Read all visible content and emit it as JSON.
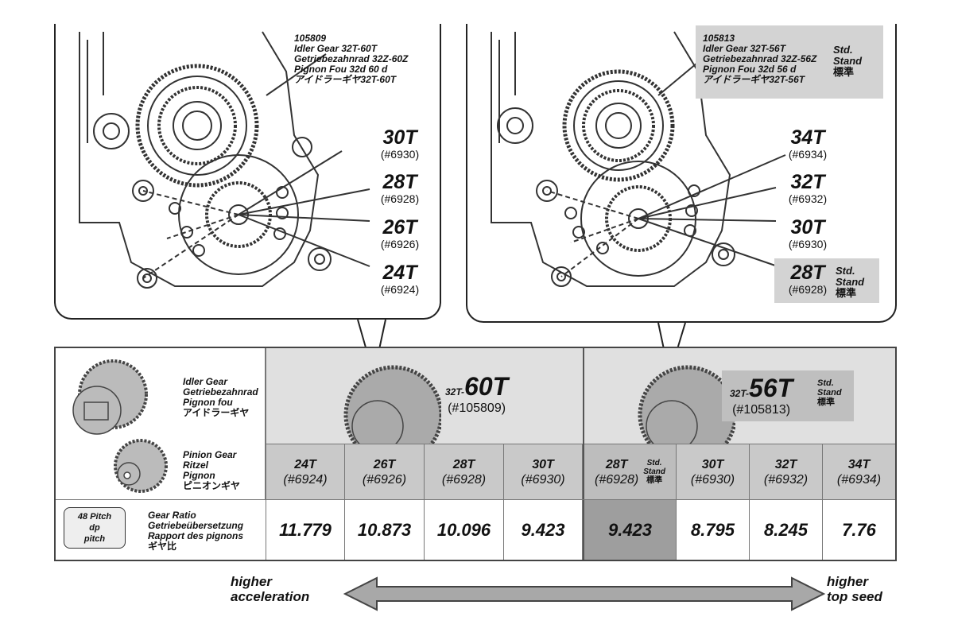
{
  "left_panel": {
    "part_number": "105809",
    "idler_lines": [
      "Idler Gear 32T-60T",
      "Getriebezahnrad 32Z-60Z",
      "Pignon Fou 32d 60 d",
      "アイドラーギヤ32T-60T"
    ],
    "pinions": [
      {
        "teeth": "30T",
        "code": "(#6930)"
      },
      {
        "teeth": "28T",
        "code": "(#6928)"
      },
      {
        "teeth": "26T",
        "code": "(#6926)"
      },
      {
        "teeth": "24T",
        "code": "(#6924)"
      }
    ]
  },
  "right_panel": {
    "part_number": "105813",
    "idler_lines": [
      "Idler Gear 32T-56T",
      "Getriebezahnrad 32Z-56Z",
      "Pignon Fou 32d 56 d",
      "アイドラーギヤ32T-56T"
    ],
    "std_lines": [
      "Std.",
      "Stand",
      "標準"
    ],
    "pinions": [
      {
        "teeth": "34T",
        "code": "(#6934)"
      },
      {
        "teeth": "32T",
        "code": "(#6932)"
      },
      {
        "teeth": "30T",
        "code": "(#6930)"
      },
      {
        "teeth": "28T",
        "code": "(#6928)"
      }
    ],
    "pinion_std_lines": [
      "Std.",
      "Stand",
      "標準"
    ]
  },
  "table": {
    "idler_label_lines": [
      "Idler Gear",
      "Getriebezahnrad",
      "Pignon fou",
      "アイドラーギヤ"
    ],
    "pinion_label_lines": [
      "Pinion Gear",
      "Ritzel",
      "Pignon",
      "ピニオンギヤ"
    ],
    "pitch_lines": [
      "48 Pitch",
      "dp",
      "pitch"
    ],
    "ratio_label_lines": [
      "Gear Ratio",
      "Getriebeübersetzung",
      "Rapport des pignons",
      "ギヤ比"
    ],
    "group60": {
      "prefix": "32T-",
      "main": "60T",
      "code": "(#105809)"
    },
    "group56": {
      "prefix": "32T-",
      "main": "56T",
      "code": "(#105813)",
      "std_lines": [
        "Std.",
        "Stand",
        "標準"
      ]
    },
    "columns": [
      {
        "teeth": "24T",
        "code": "(#6924)",
        "ratio": "11.779"
      },
      {
        "teeth": "26T",
        "code": "(#6926)",
        "ratio": "10.873"
      },
      {
        "teeth": "28T",
        "code": "(#6928)",
        "ratio": "10.096"
      },
      {
        "teeth": "30T",
        "code": "(#6930)",
        "ratio": "9.423"
      },
      {
        "teeth": "28T",
        "code": "(#6928)",
        "ratio": "9.423",
        "std_lines": [
          "Std.",
          "Stand",
          "標準"
        ]
      },
      {
        "teeth": "30T",
        "code": "(#6930)",
        "ratio": "8.795"
      },
      {
        "teeth": "32T",
        "code": "(#6932)",
        "ratio": "8.245"
      },
      {
        "teeth": "34T",
        "code": "(#6934)",
        "ratio": "7.76"
      }
    ]
  },
  "footer": {
    "left_lines": [
      "higher",
      "acceleration"
    ],
    "right_lines": [
      "higher",
      "top seed"
    ]
  }
}
